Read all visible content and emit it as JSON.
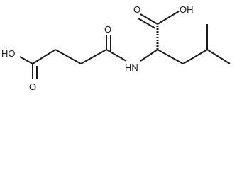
{
  "molecule": {
    "atom_labels": {
      "acid_oh_left": "HO",
      "acid_o_left": "O",
      "amide_o": "O",
      "nh": "HN",
      "acid_oh_right": "OH",
      "acid_o_right": "O"
    }
  }
}
